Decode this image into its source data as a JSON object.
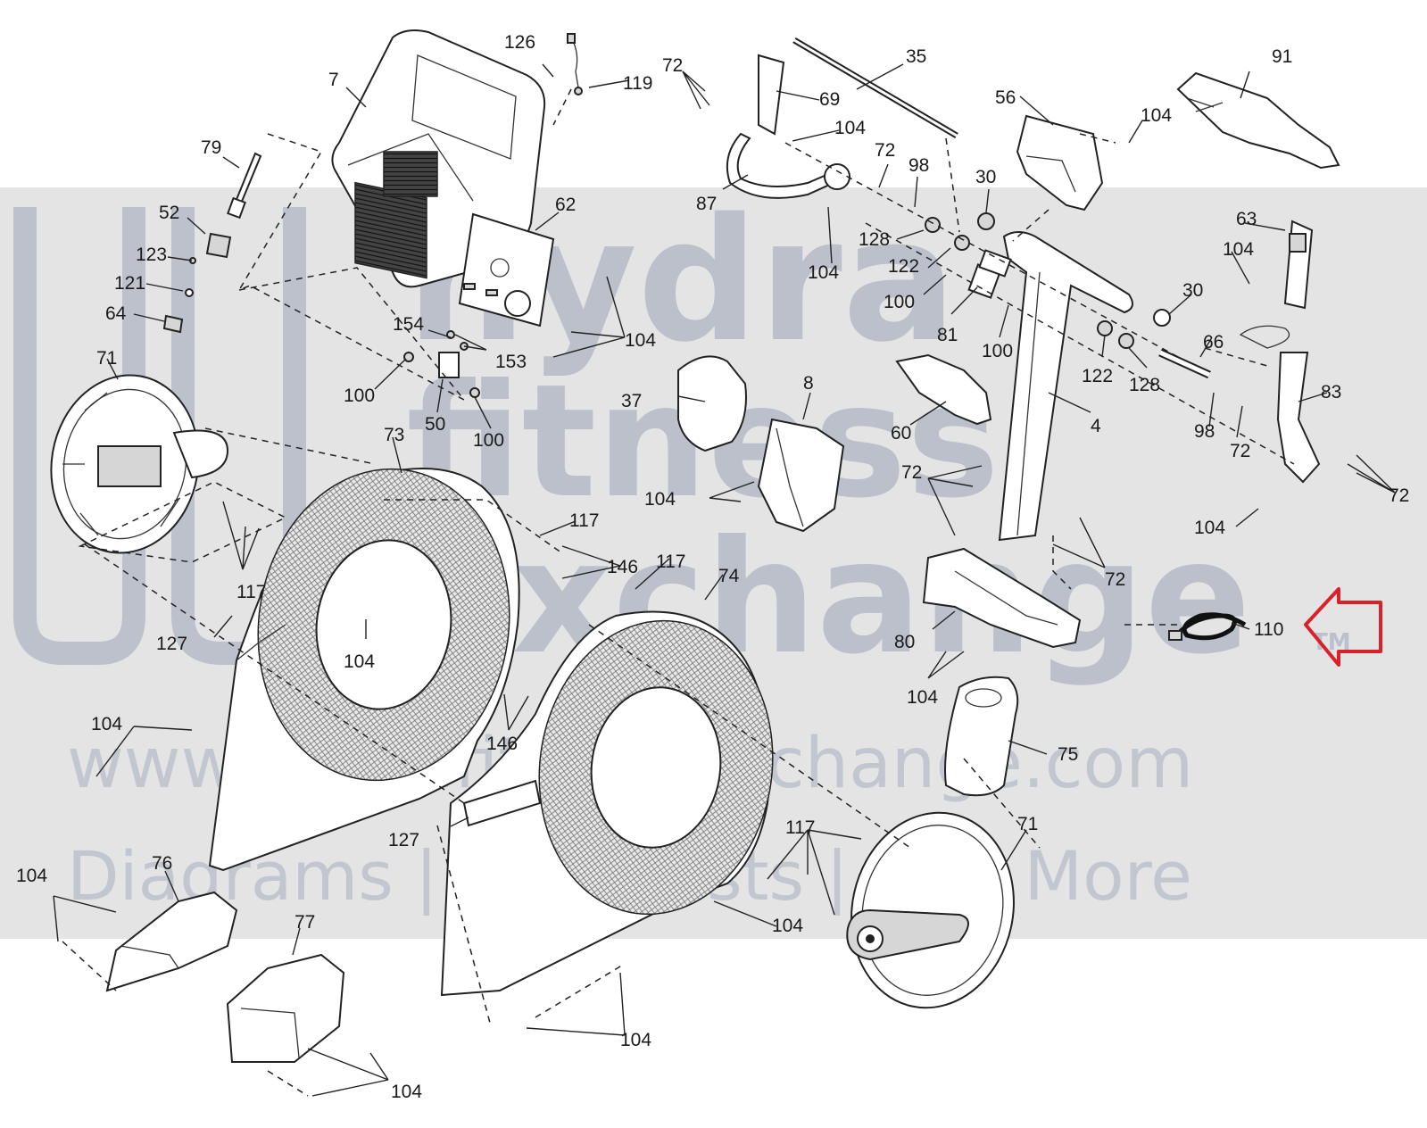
{
  "watermark": {
    "line1": "hydra",
    "line2": "fitness",
    "line3": "exchange",
    "tm": "TM",
    "url": "www.hydrafitnessexchange.com",
    "tagline": "Diagrams | Parts Lists | And More"
  },
  "callouts": [
    {
      "id": "c126",
      "text": "126"
    },
    {
      "id": "c119",
      "text": "119"
    },
    {
      "id": "c7",
      "text": "7"
    },
    {
      "id": "c79",
      "text": "79"
    },
    {
      "id": "c52",
      "text": "52"
    },
    {
      "id": "c123",
      "text": "123"
    },
    {
      "id": "c121",
      "text": "121"
    },
    {
      "id": "c64",
      "text": "64"
    },
    {
      "id": "c62",
      "text": "62"
    },
    {
      "id": "c104a",
      "text": "104"
    },
    {
      "id": "c154",
      "text": "154"
    },
    {
      "id": "c153",
      "text": "153"
    },
    {
      "id": "c100a",
      "text": "100"
    },
    {
      "id": "c50",
      "text": "50"
    },
    {
      "id": "c100b",
      "text": "100"
    },
    {
      "id": "c71a",
      "text": "71"
    },
    {
      "id": "c73",
      "text": "73"
    },
    {
      "id": "c117a",
      "text": "117"
    },
    {
      "id": "c117b",
      "text": "117"
    },
    {
      "id": "c146a",
      "text": "146"
    },
    {
      "id": "c117c",
      "text": "117"
    },
    {
      "id": "c127a",
      "text": "127"
    },
    {
      "id": "c104b",
      "text": "104"
    },
    {
      "id": "c74",
      "text": "74"
    },
    {
      "id": "c104c",
      "text": "104"
    },
    {
      "id": "c146b",
      "text": "146"
    },
    {
      "id": "c127b",
      "text": "127"
    },
    {
      "id": "c104d",
      "text": "104"
    },
    {
      "id": "c76",
      "text": "76"
    },
    {
      "id": "c77",
      "text": "77"
    },
    {
      "id": "c104e",
      "text": "104"
    },
    {
      "id": "c104f",
      "text": "104"
    },
    {
      "id": "c117d",
      "text": "117"
    },
    {
      "id": "c104g",
      "text": "104"
    },
    {
      "id": "c71b",
      "text": "71"
    },
    {
      "id": "c72a",
      "text": "72"
    },
    {
      "id": "c69",
      "text": "69"
    },
    {
      "id": "c35",
      "text": "35"
    },
    {
      "id": "c104h",
      "text": "104"
    },
    {
      "id": "c87",
      "text": "87"
    },
    {
      "id": "c72b",
      "text": "72"
    },
    {
      "id": "c98a",
      "text": "98"
    },
    {
      "id": "c128a",
      "text": "128"
    },
    {
      "id": "c104i",
      "text": "104"
    },
    {
      "id": "c122a",
      "text": "122"
    },
    {
      "id": "c100c",
      "text": "100"
    },
    {
      "id": "c81",
      "text": "81"
    },
    {
      "id": "c100d",
      "text": "100"
    },
    {
      "id": "c56",
      "text": "56"
    },
    {
      "id": "c30a",
      "text": "30"
    },
    {
      "id": "c104j",
      "text": "104"
    },
    {
      "id": "c91",
      "text": "91"
    },
    {
      "id": "c37",
      "text": "37"
    },
    {
      "id": "c8",
      "text": "8"
    },
    {
      "id": "c60",
      "text": "60"
    },
    {
      "id": "c104k",
      "text": "104"
    },
    {
      "id": "c4",
      "text": "4"
    },
    {
      "id": "c122b",
      "text": "122"
    },
    {
      "id": "c128b",
      "text": "128"
    },
    {
      "id": "c66",
      "text": "66"
    },
    {
      "id": "c30b",
      "text": "30"
    },
    {
      "id": "c63",
      "text": "63"
    },
    {
      "id": "c104l",
      "text": "104"
    },
    {
      "id": "c83",
      "text": "83"
    },
    {
      "id": "c98b",
      "text": "98"
    },
    {
      "id": "c72c",
      "text": "72"
    },
    {
      "id": "c72d",
      "text": "72"
    },
    {
      "id": "c104m",
      "text": "104"
    },
    {
      "id": "c72e",
      "text": "72"
    },
    {
      "id": "c72f",
      "text": "72"
    },
    {
      "id": "c80",
      "text": "80"
    },
    {
      "id": "c104n",
      "text": "104"
    },
    {
      "id": "c75",
      "text": "75"
    },
    {
      "id": "c110",
      "text": "110"
    }
  ],
  "colors": {
    "highlight_arrow": "#d9212a",
    "watermark_band": "#e4e4e4",
    "line": "#222222"
  }
}
